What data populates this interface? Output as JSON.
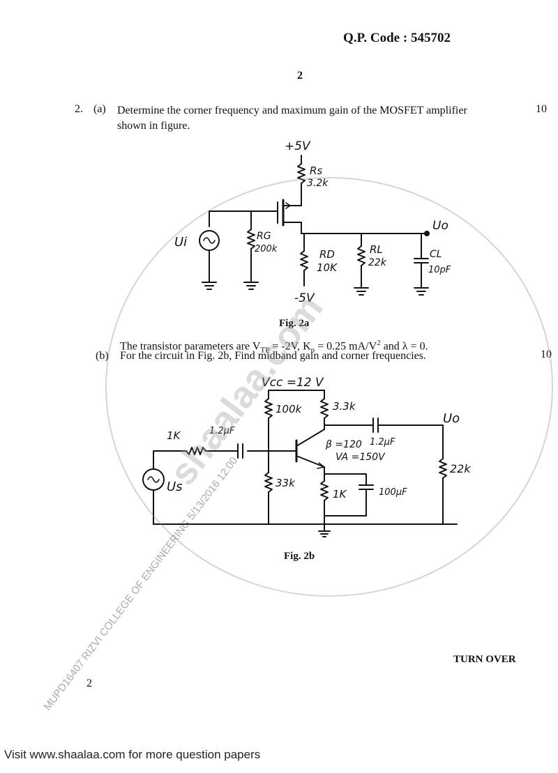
{
  "header": {
    "qp_code": "Q.P. Code : 545702",
    "page_number": "2"
  },
  "question": {
    "number": "2.",
    "part_a": {
      "label": "(a)",
      "text_line1": "Determine the corner frequency and maximum gain of the MOSFET amplifier",
      "text_line2": "shown in figure.",
      "marks": "10",
      "figure_caption": "Fig. 2a",
      "params_text": "The transistor parameters are V",
      "params_sub": "TP",
      "params_rest": " = -2V, K",
      "params_sub2": "p",
      "params_rest2": " = 0.25 mA/V",
      "params_sup": "2",
      "params_rest3": " and λ = 0."
    },
    "part_b": {
      "label": "(b)",
      "text": "For the circuit in Fig. 2b, Find midband gain and corner frequencies.",
      "marks": "10",
      "figure_caption": "Fig. 2b"
    }
  },
  "fig2a": {
    "supply_pos": "+5V",
    "rs_label": "Rs",
    "rs_value": "3.2k",
    "rg_label": "RG",
    "rg_value": "200k",
    "rd_label": "RD",
    "rd_value": "10K",
    "rl_label": "RL",
    "rl_value": "22k",
    "cl_label": "CL",
    "cl_value": "10pF",
    "vi_label": "Ui",
    "vo_label": "Uo",
    "supply_neg": "-5V"
  },
  "fig2b": {
    "vcc": "Vcc =12 V",
    "r1": "100k",
    "rc": "3.3k",
    "rs": "1K",
    "c1": "1.2μF",
    "beta": "β =120",
    "va": "VA =150V",
    "c2": "1.2μF",
    "vo_label": "Uo",
    "rl": "22k",
    "vs_label": "Us",
    "r2": "33k",
    "re": "1K",
    "ce": "100μF"
  },
  "watermark": {
    "diag_text": "MUPD16407 RIZVI COLLEGE OF ENGINEERING 5/13/2016 12:00",
    "brand": "shaalaa.com"
  },
  "footer": {
    "turn_over": "TURN OVER",
    "page_bottom": "2",
    "note": "Visit www.shaalaa.com for more question papers"
  }
}
